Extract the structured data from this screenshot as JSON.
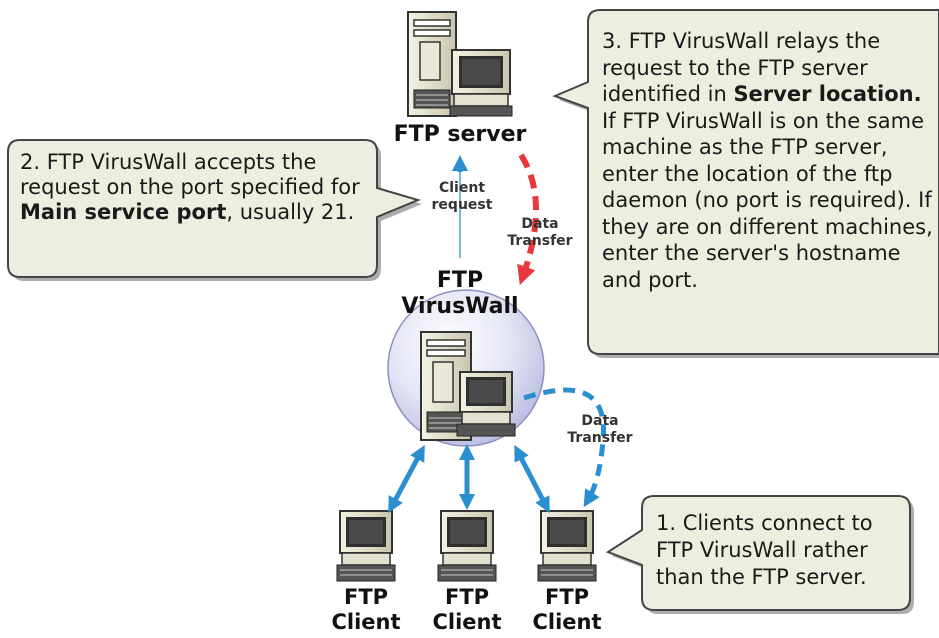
{
  "nodes": {
    "server_label": "FTP server",
    "viruswall_line1": "FTP",
    "viruswall_line2": "VirusWall",
    "client_line1": "FTP",
    "client_line2": "Client"
  },
  "links": {
    "client_request_line1": "Client",
    "client_request_line2": "request",
    "data_transfer_line1": "Data",
    "data_transfer_line2": "Transfer"
  },
  "callouts": {
    "step2": {
      "pre": "2. FTP VirusWall accepts the request on the port specified for ",
      "bold": "Main service port",
      "post": ", usually 21."
    },
    "step3": {
      "pre": "3. FTP VirusWall relays the request to the FTP server identified in ",
      "bold": "Server location.",
      "post": " If FTP VirusWall is on the same machine as the FTP server, enter the location of the ftp daemon (no port is required). If they are on different machines, enter the server's hostname and port."
    },
    "step1": {
      "text": "1. Clients connect to FTP VirusWall rather than the FTP server."
    }
  },
  "colors": {
    "callout_fill": "#eceee0",
    "callout_border": "#444444",
    "blue_arrow": "#2a8fcf",
    "red_arrow": "#e8383c",
    "sphere": "#cfd0ec"
  }
}
